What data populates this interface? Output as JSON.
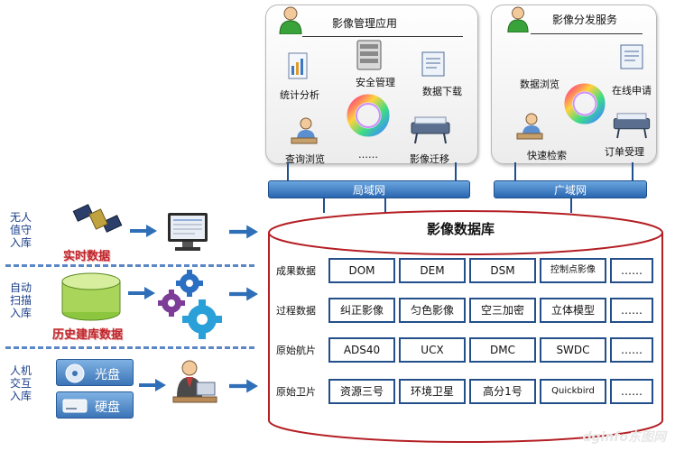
{
  "app_panel": {
    "title": "影像管理应用",
    "items": [
      "统计分析",
      "安全管理",
      "数据下载",
      "查询浏览",
      "……",
      "影像迁移"
    ]
  },
  "dist_panel": {
    "title": "影像分发服务",
    "items": [
      "数据浏览",
      "在线申请",
      "快速检索",
      "订单受理"
    ]
  },
  "networks": {
    "lan": "局域网",
    "wan": "广域网"
  },
  "database": {
    "title": "影像数据库",
    "rows": [
      {
        "label": "成果数据",
        "cells": [
          "DOM",
          "DEM",
          "DSM",
          "控制点影像",
          "……"
        ]
      },
      {
        "label": "过程数据",
        "cells": [
          "纠正影像",
          "匀色影像",
          "空三加密",
          "立体模型",
          "……"
        ]
      },
      {
        "label": "原始航片",
        "cells": [
          "ADS40",
          "UCX",
          "DMC",
          "SWDC",
          "……"
        ]
      },
      {
        "label": "原始卫片",
        "cells": [
          "资源三号",
          "环境卫星",
          "高分1号",
          "Quickbird",
          "……"
        ]
      }
    ]
  },
  "ingest": [
    {
      "mode": "无人\n值守\n入库",
      "label": "实时数据"
    },
    {
      "mode": "自动\n扫描\n入库",
      "label": "历史建库数据"
    },
    {
      "mode": "人机\n交互\n入库",
      "media": [
        "光盘",
        "硬盘"
      ]
    }
  ],
  "watermark": "dginfo东图网",
  "colors": {
    "network_blue": "#2a66b0",
    "cylinder_red": "#b41f24",
    "cell_border": "#234f8a",
    "arrow_blue": "#2f6fb8"
  }
}
